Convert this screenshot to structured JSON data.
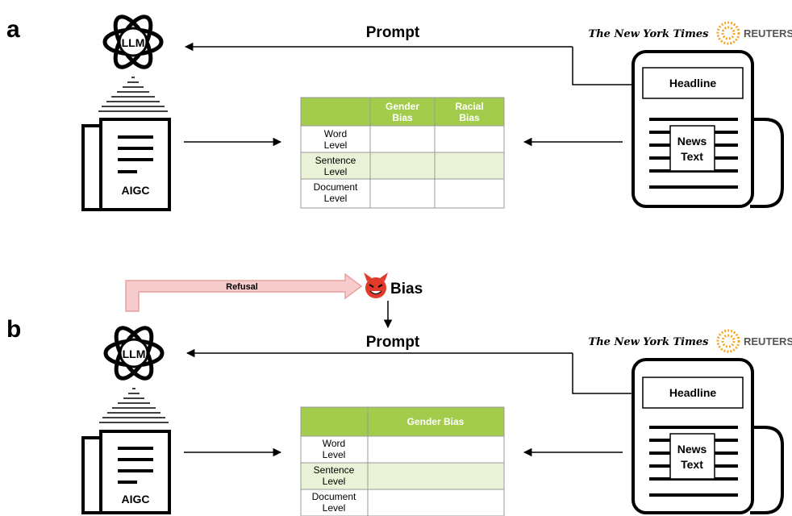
{
  "panels": [
    {
      "label": "a",
      "llm_label": "LLM",
      "aigc_label": "AIGC",
      "prompt_label": "Prompt",
      "headline_label": "Headline",
      "news_text_line1": "News",
      "news_text_line2": "Text",
      "nyt_label": "The New York Times",
      "reuters_label": "REUTERS",
      "table": {
        "headers": [
          [
            "Gender",
            "Bias"
          ],
          [
            "Racial",
            "Bias"
          ]
        ],
        "rows": [
          [
            "Word",
            "Level"
          ],
          [
            "Sentence",
            "Level"
          ],
          [
            "Document",
            "Level"
          ]
        ]
      }
    },
    {
      "label": "b",
      "llm_label": "LLM",
      "aigc_label": "AIGC",
      "prompt_label": "Prompt",
      "headline_label": "Headline",
      "news_text_line1": "News",
      "news_text_line2": "Text",
      "nyt_label": "The New York Times",
      "reuters_label": "REUTERS",
      "refusal_label": "Refusal",
      "bias_label": "Bias",
      "table": {
        "headers": [
          [
            "Gender Bias"
          ]
        ],
        "rows": [
          [
            "Word",
            "Level"
          ],
          [
            "Sentence",
            "Level"
          ],
          [
            "Document",
            "Level"
          ]
        ]
      }
    }
  ],
  "colors": {
    "table_header": "#a4cc4c",
    "table_row_alt": "#eaf2d8",
    "refusal_fill": "#f6cdcc",
    "refusal_stroke": "#e8a1a0",
    "devil_red": "#e23b2b",
    "reuters_orange": "#f5a623"
  }
}
